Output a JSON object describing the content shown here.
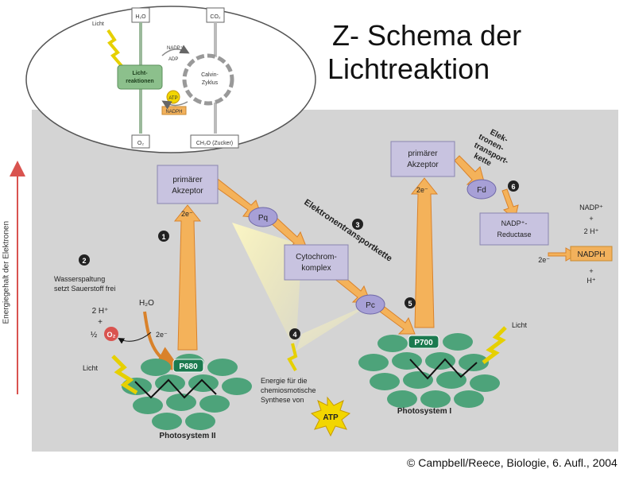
{
  "title": {
    "line1": "Z- Schema der",
    "line2": "Lichtreaktion"
  },
  "credit": "© Campbell/Reece, Biologie, 6. Aufl., 2004",
  "inset": {
    "top_left": "H₂O",
    "top_right": "CO₂",
    "light": "Licht",
    "lichtreaktionen_1": "Licht-",
    "lichtreaktionen_2": "reaktionen",
    "nadp": "NADP⁺",
    "adp": "ADP",
    "atp": "ATP",
    "nadph": "NADPH",
    "calvin_1": "Calvin-",
    "calvin_2": "Zyklus",
    "o2": "O₂",
    "sugar": "CH₂O (Zucker)"
  },
  "diagram": {
    "y_axis_label": "Energiegehalt der Elektronen",
    "acceptor1_l1": "primärer",
    "acceptor1_l2": "Akzeptor",
    "acceptor2_l1": "primärer",
    "acceptor2_l2": "Akzeptor",
    "pq": "Pq",
    "pc": "Pc",
    "fd": "Fd",
    "cytochrom_l1": "Cytochrom-",
    "cytochrom_l2": "komplex",
    "etc_label": "Elektronentransportkette",
    "etc2_l1": "Elek-",
    "etc2_l2": "tronen-",
    "etc2_l3": "transport-",
    "etc2_l4": "kette",
    "nadp_reductase_l1": "NADP⁺-",
    "nadp_reductase_l2": "Reductase",
    "nadp_plus": "NADP⁺",
    "plus1": "+",
    "two_h_plus": "2 H⁺",
    "e_minus_2": "2e⁻",
    "nadph": "NADPH",
    "plus2": "+",
    "h_plus": "H⁺",
    "step1": "1",
    "step2": "2",
    "step3": "3",
    "step4": "4",
    "step5": "5",
    "step6": "6",
    "water_l1": "Wasserspaltung",
    "water_l2": "setzt Sauerstoff frei",
    "h2o": "H₂O",
    "h2": "2 H⁺",
    "plus3": "+",
    "half": "½",
    "o2": "O₂",
    "e_ps2": "2e⁻",
    "e_acc1": "2e⁻",
    "e_acc2": "2e⁻",
    "light_ps2": "Licht",
    "light_ps1": "Licht",
    "p680": "P680",
    "p700": "P700",
    "ps2": "Photosystem II",
    "ps1": "Photosystem I",
    "energy_l1": "Energie für die",
    "energy_l2": "chemiosmotische",
    "energy_l3": "Synthese von",
    "atp": "ATP"
  }
}
